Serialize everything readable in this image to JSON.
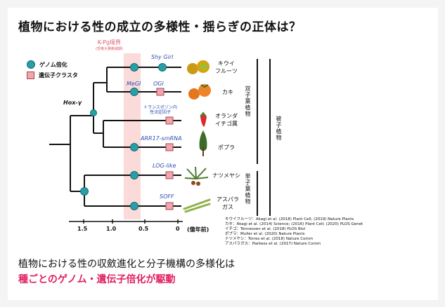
{
  "title": "植物における性の成立の多様性・揺らぎの正体は？",
  "legend": {
    "genome_duplication": "ゲノム倍化",
    "gene_cluster": "遺伝子クラスタ"
  },
  "kpg": {
    "label": "K-Pg境界",
    "sublabel": "(恐竜大量絶滅期)"
  },
  "genes": {
    "shy_girl": "Shy Girl",
    "megi": "MeGI",
    "ogi": "OGI",
    "transposon": [
      "トランスポゾン内",
      "性決定因子"
    ],
    "arr17": "ARR17-smRNA",
    "log_like": "LOG-like",
    "soff": "SOFF",
    "hox": "Hox-γ"
  },
  "species": {
    "kiwi": [
      "キウイ",
      "フルーツ"
    ],
    "kaki": [
      "カキ"
    ],
    "ichigo": [
      "オランダ",
      "イチゴ属"
    ],
    "poplar": [
      "ポプラ"
    ],
    "date_palm": [
      "ナツメヤシ"
    ],
    "asparagus": [
      "アスパラ",
      "ガス"
    ]
  },
  "clades": {
    "dicots": "双子葉植物",
    "monocots": "単子葉植物",
    "angiosperms": "被子植物"
  },
  "axis": {
    "ticks": [
      "1.5",
      "1.0",
      "0.5",
      "0"
    ],
    "unit": "(億年前)"
  },
  "references": [
    "キウイフルーツ：Akagi et al. (2018) Plant Cell; (2019) Nature Plants",
    "カキ：Akagi et al. (2014) Science; (2016) Plant Cell; (2020) PLOS Genet",
    "イチゴ：Tennessen et al. (2018) PLOS Biol",
    "ポプラ：Muller et al. (2020) Nature Plants",
    "ナツメヤシ：Torres et al. (2018) Nature Comm",
    "アスパラガス：Harkess et al. (2017) Nature Comm"
  ],
  "bottom": {
    "line1": "植物における性の収斂進化と分子機構の多様化は",
    "line2": "種ごとのゲノム・遺伝子倍化が駆動"
  },
  "colors": {
    "genome_dot": "#2a9ea6",
    "gene_square": "#f2a5ad",
    "kpg_band": "#fbdada",
    "gene_text": "#2f4fb0",
    "accent": "#e0215f"
  }
}
